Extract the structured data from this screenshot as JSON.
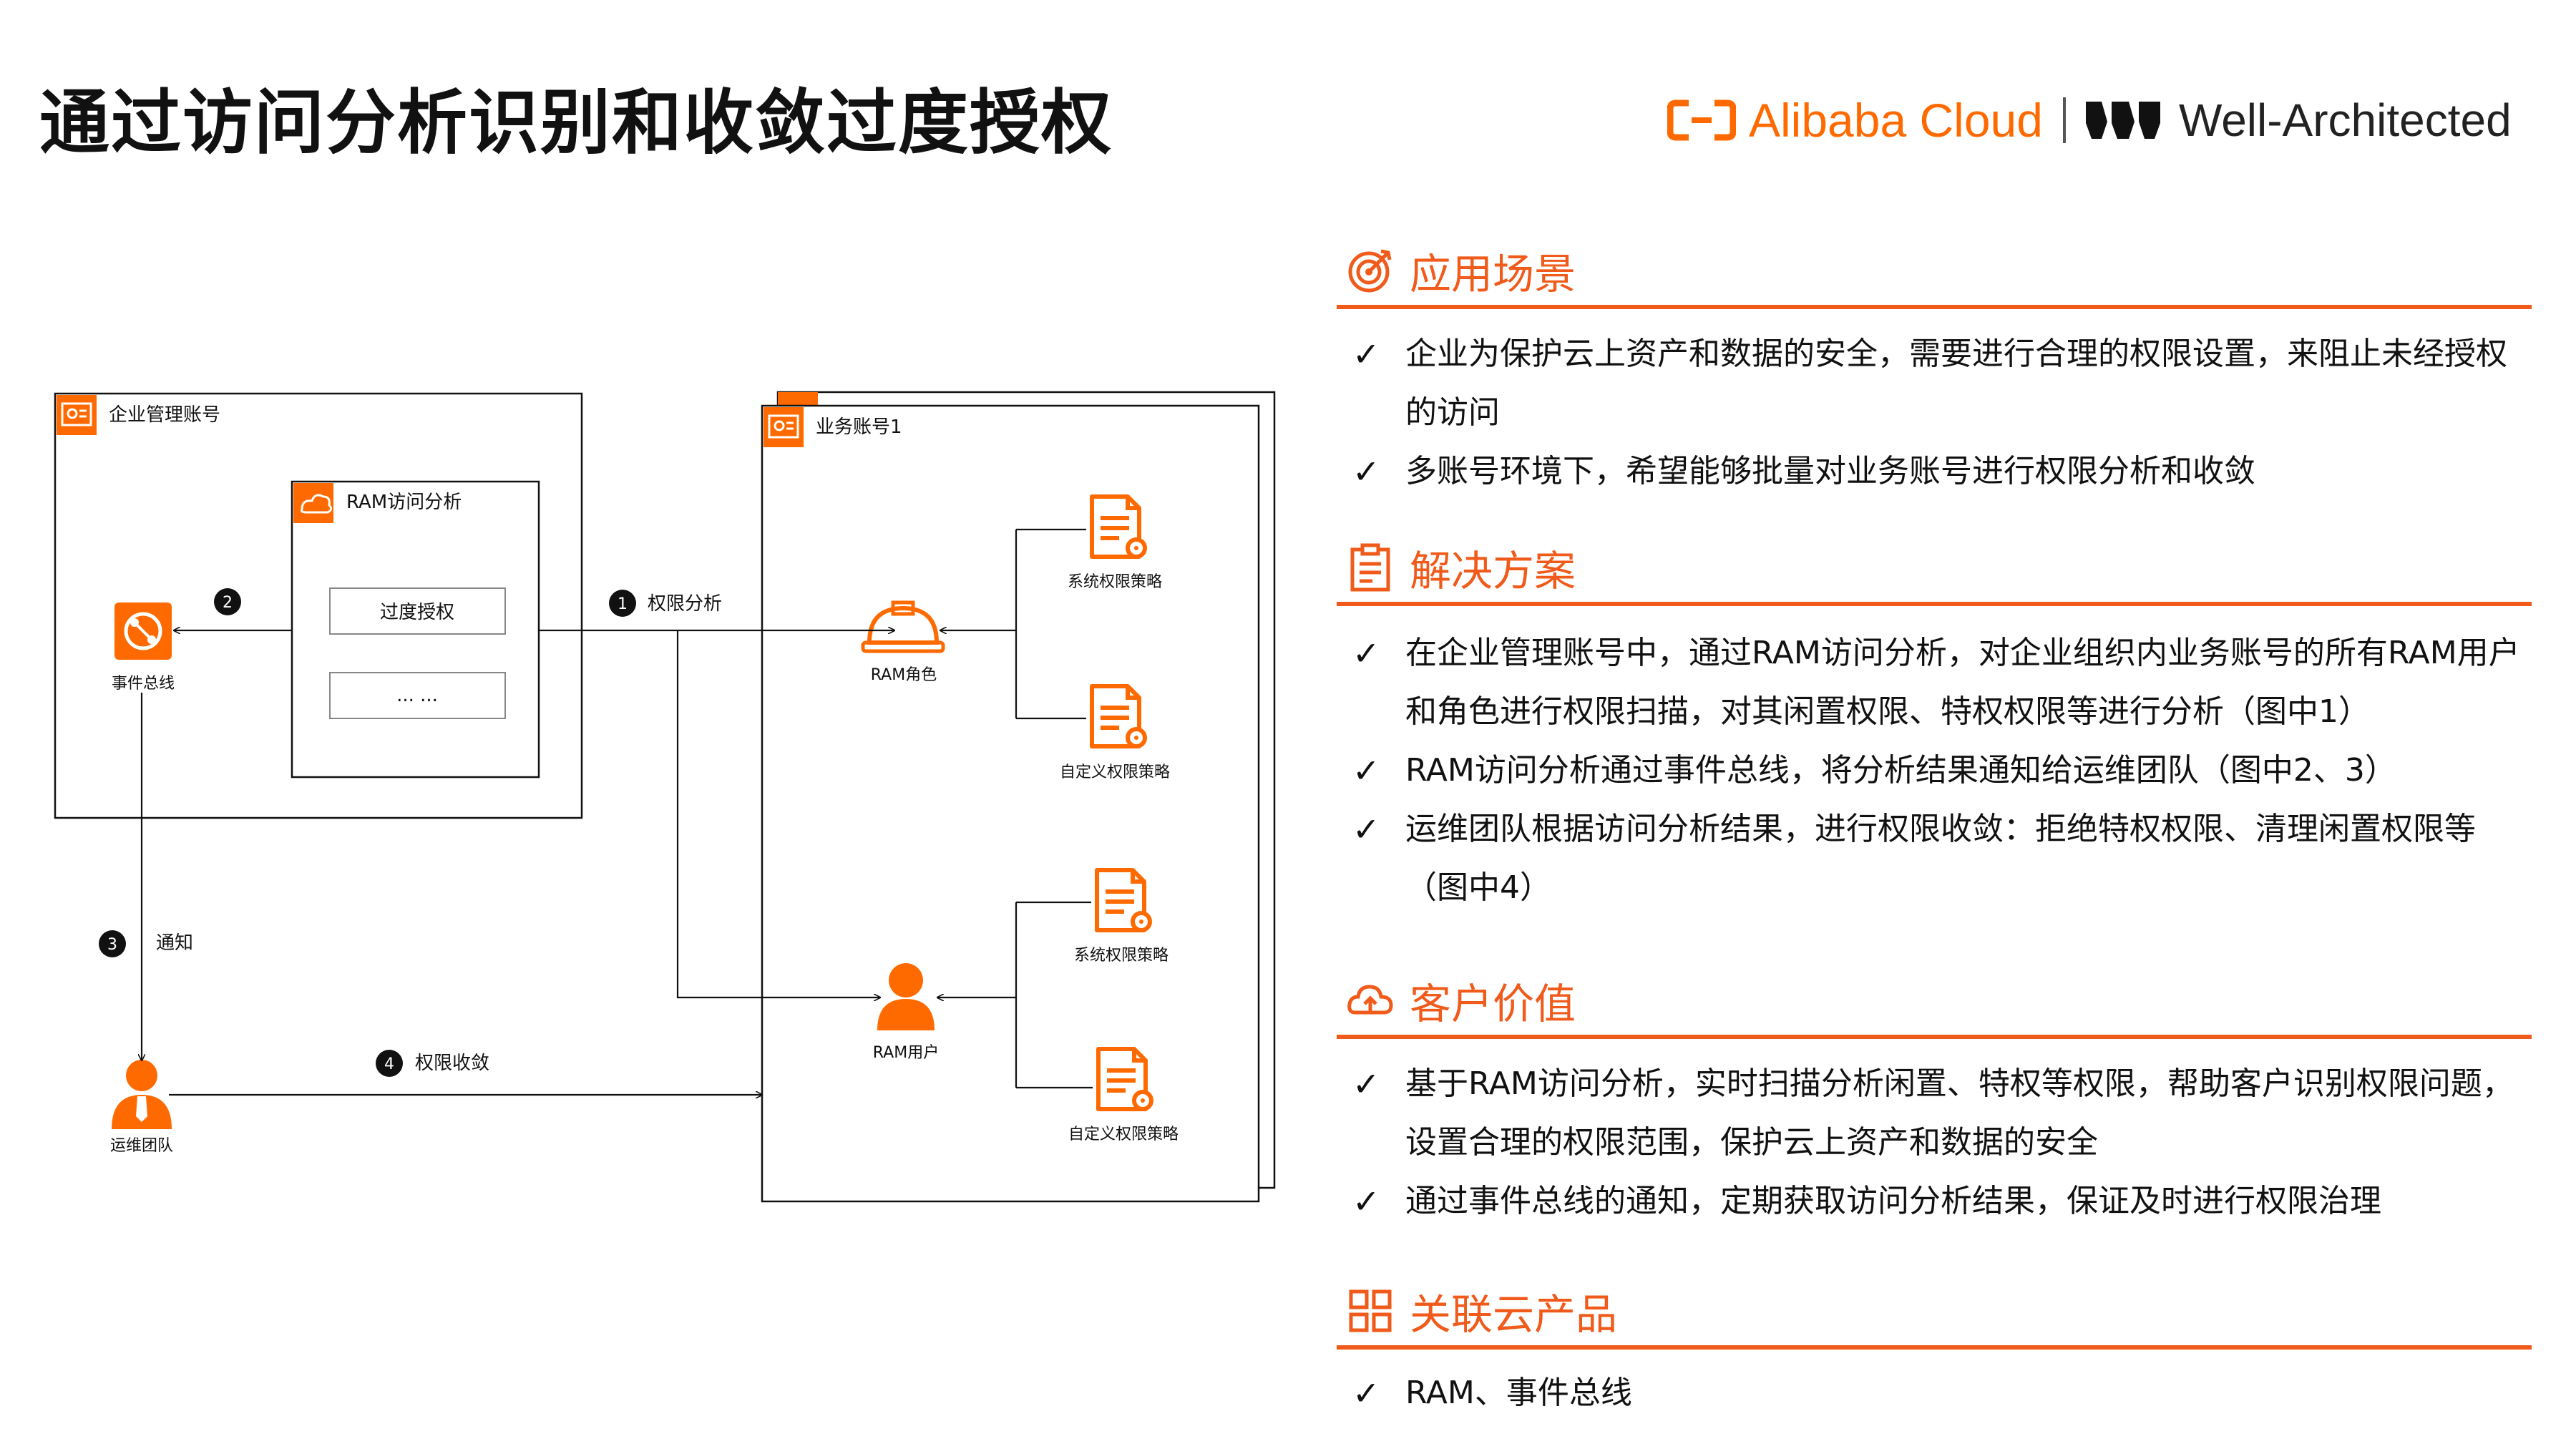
{
  "title": "通过访问分析识别和收敛过度授权",
  "brand": {
    "alibaba": "Alibaba Cloud",
    "well_architected": "Well-Architected",
    "accent": "#ff6a00"
  },
  "diagram": {
    "enterprise_account": "企业管理账号",
    "ram_analysis": "RAM访问分析",
    "over_auth": "过度授权",
    "ellipsis": "... ...",
    "event_bus": "事件总线",
    "ops_team": "运维团队",
    "business_account": "业务账号1",
    "ram_role": "RAM角色",
    "ram_user": "RAM用户",
    "system_policy_1": "系统权限策略",
    "custom_policy_1": "自定义权限策略",
    "system_policy_2": "系统权限策略",
    "custom_policy_2": "自定义权限策略",
    "step1_num": "1",
    "step1_label": "权限分析",
    "step2_num": "2",
    "step3_num": "3",
    "step3_label": "通知",
    "step4_num": "4",
    "step4_label": "权限收敛"
  },
  "sections": [
    {
      "title": "应用场景",
      "icon": "target-icon",
      "items": [
        "企业为保护云上资产和数据的安全，需要进行合理的权限设置，来阻止未经授权的访问",
        "多账号环境下，希望能够批量对业务账号进行权限分析和收敛"
      ]
    },
    {
      "title": "解决方案",
      "icon": "clipboard-icon",
      "items": [
        "在企业管理账号中，通过RAM访问分析，对企业组织内业务账号的所有RAM用户和角色进行权限扫描，对其闲置权限、特权权限等进行分析（图中1）",
        "RAM访问分析通过事件总线，将分析结果通知给运维团队（图中2、3）",
        "运维团队根据访问分析结果，进行权限收敛：拒绝特权权限、清理闲置权限等（图中4）"
      ]
    },
    {
      "title": "客户价值",
      "icon": "cloud-upload-icon",
      "items": [
        "基于RAM访问分析，实时扫描分析闲置、特权等权限，帮助客户识别权限问题，设置合理的权限范围，保护云上资产和数据的安全",
        "通过事件总线的通知，定期获取访问分析结果，保证及时进行权限治理"
      ]
    },
    {
      "title": "关联云产品",
      "icon": "grid-icon",
      "items": [
        "RAM、事件总线"
      ]
    }
  ],
  "check_mark": "✓",
  "colors": {
    "accent": "#f05a1a",
    "orange_icon": "#ff6a00"
  }
}
